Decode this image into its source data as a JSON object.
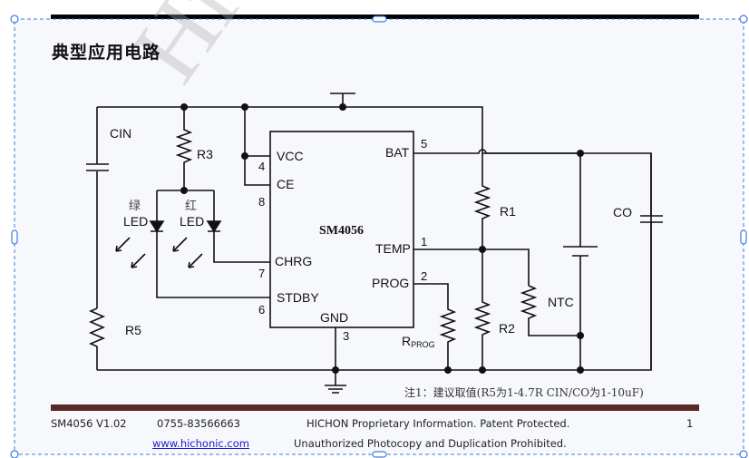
{
  "heading": "典型应用电路",
  "watermark": "Hichonic",
  "schematic": {
    "chip": {
      "name": "SM4056",
      "pins_left": [
        {
          "label": "VCC",
          "number": "4"
        },
        {
          "label": "CE",
          "number": "8"
        },
        {
          "label": "CHRG",
          "number": "7"
        },
        {
          "label": "STDBY",
          "number": "6"
        }
      ],
      "pins_right": [
        {
          "label": "BAT",
          "number": "5"
        },
        {
          "label": "TEMP",
          "number": "1"
        },
        {
          "label": "PROG",
          "number": "2"
        }
      ],
      "pin_bottom": {
        "label": "GND",
        "number": "3"
      }
    },
    "components": {
      "cin": "CIN",
      "r3": "R3",
      "r5": "R5",
      "r1": "R1",
      "r2": "R2",
      "ntc": "NTC",
      "co": "CO",
      "rprog_main": "R",
      "rprog_sub": "PROG",
      "led_green_cn": "绿",
      "led_red_cn": "红",
      "led_label": "LED"
    }
  },
  "note": "注1：建议取值(R5为1-4.7R  CIN/CO为1-10uF)",
  "footer": {
    "model": "SM4056 V1.02",
    "phone": "0755-83566663",
    "line1": "HICHON Proprietary Information. Patent Protected.",
    "page": "1",
    "website": "www.hichonic.com",
    "line2": "Unauthorized Photocopy and Duplication Prohibited."
  }
}
